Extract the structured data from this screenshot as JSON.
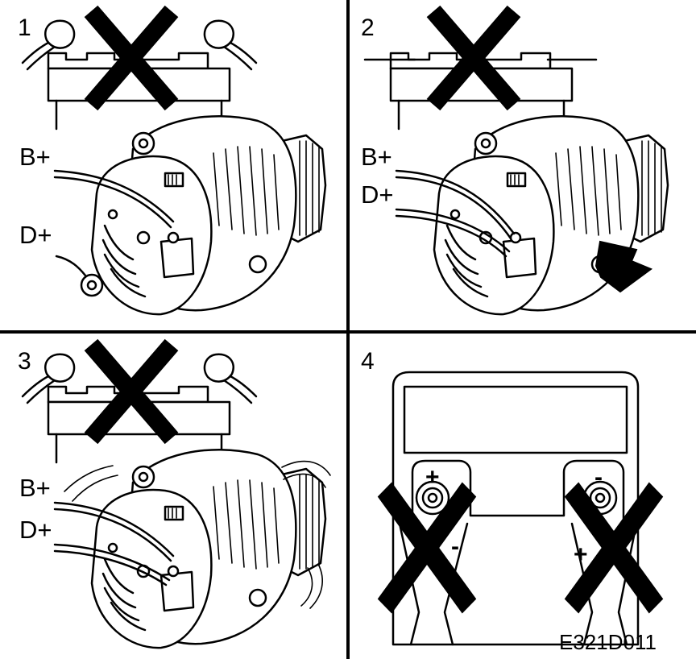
{
  "panels": [
    {
      "number": "1",
      "labels": [
        "B+",
        "D+"
      ]
    },
    {
      "number": "2",
      "labels": [
        "B+",
        "D+"
      ]
    },
    {
      "number": "3",
      "labels": [
        "B+",
        "D+"
      ]
    },
    {
      "number": "4",
      "terminals": [
        "+",
        "-"
      ],
      "reversed_marks": [
        "-",
        "+"
      ]
    }
  ],
  "figure_code": "E321D011"
}
